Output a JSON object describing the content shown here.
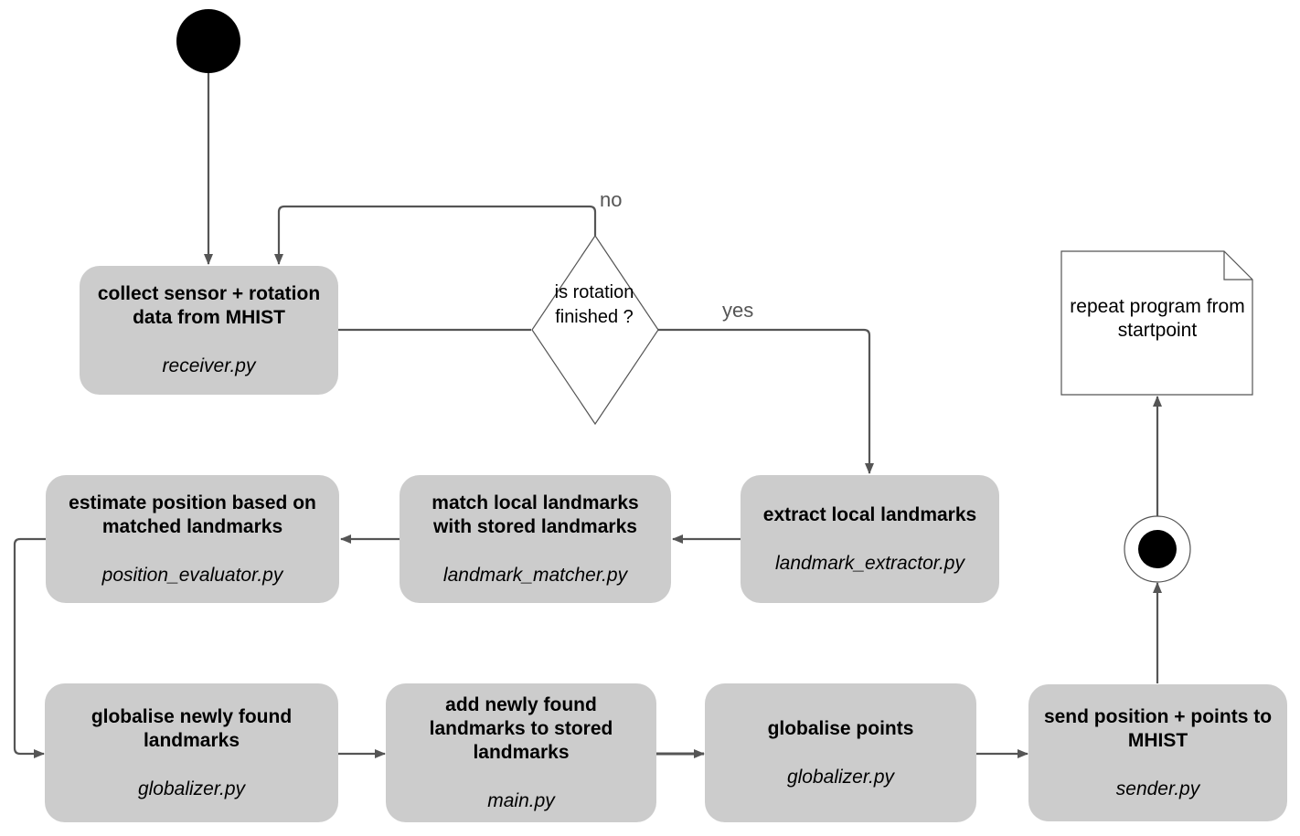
{
  "activities": {
    "collect": {
      "title": "collect sensor + rotation data from MHIST",
      "file": "receiver.py"
    },
    "extract": {
      "title": "extract local landmarks",
      "file": "landmark_extractor.py"
    },
    "match": {
      "title": "match local landmarks with stored landmarks",
      "file": "landmark_matcher.py"
    },
    "estimate": {
      "title": "estimate position based on matched landmarks",
      "file": "position_evaluator.py"
    },
    "globalise_landmarks": {
      "title": "globalise newly found landmarks",
      "file": "globalizer.py"
    },
    "add": {
      "title": "add newly found landmarks to stored landmarks",
      "file": "main.py"
    },
    "globalise_points": {
      "title": "globalise points",
      "file": "globalizer.py"
    },
    "send": {
      "title": "send position + points to MHIST",
      "file": "sender.py"
    }
  },
  "decision": {
    "text": "is rotation finished ?",
    "no_label": "no",
    "yes_label": "yes"
  },
  "note": {
    "text": "repeat program from startpoint"
  },
  "colors": {
    "activity_fill": "#cccccc",
    "line": "#555555",
    "node": "#000000"
  }
}
